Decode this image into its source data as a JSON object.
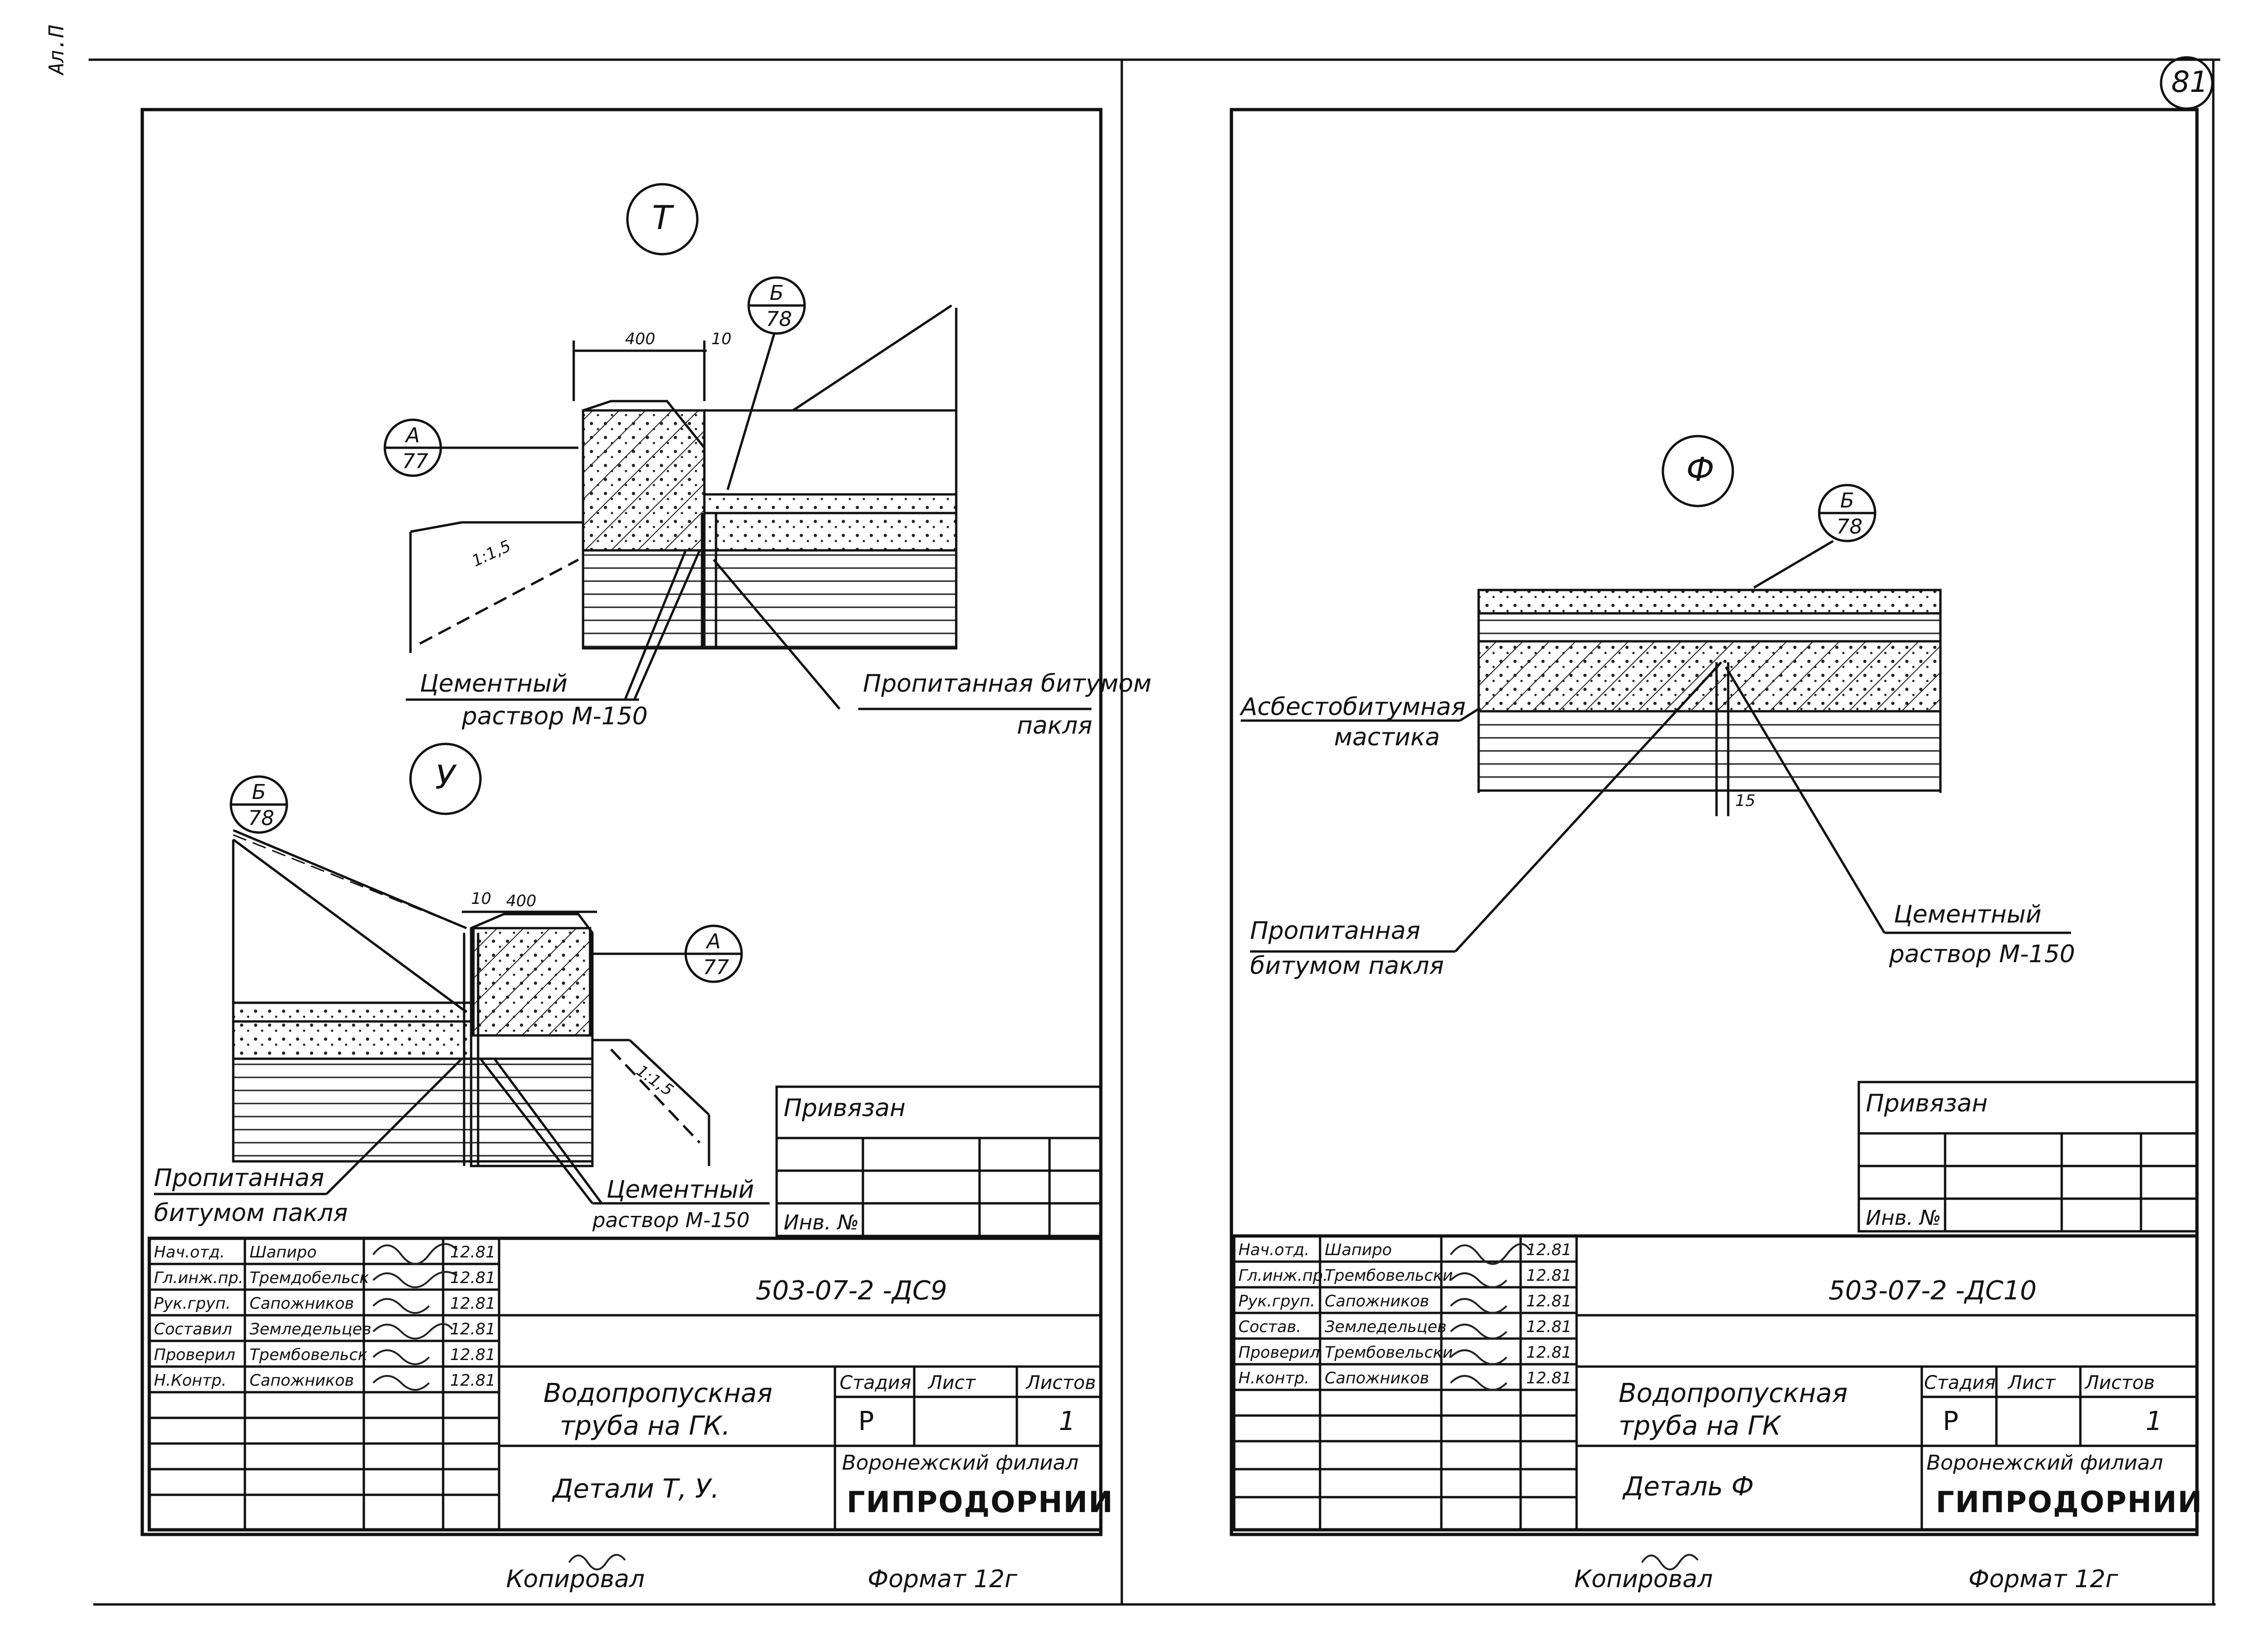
{
  "page": {
    "side_stamp": "Ал.П",
    "page_number": "81"
  },
  "left_sheet": {
    "details": [
      {
        "id": "T",
        "callout_top": "Б",
        "callout_bottom": "78",
        "callout2_top": "А",
        "callout2_bottom": "77",
        "dim_main": "400",
        "dim_gap": "10",
        "slope": "1:1,5",
        "label_left_1": "Цементный",
        "label_left_2": "раствор М-150",
        "label_right_1": "Пропитанная битумом",
        "label_right_2": "пакля"
      },
      {
        "id": "У",
        "callout_top": "Б",
        "callout_bottom": "78",
        "callout2_top": "А",
        "callout2_bottom": "77",
        "dim_main": "400",
        "dim_gap": "10",
        "slope": "1:1,5",
        "label_left_1": "Пропитанная",
        "label_left_2": "битумом пакля",
        "label_right_1": "Цементный",
        "label_right_2": "раствор М-150"
      }
    ],
    "tied": "Привязан",
    "inv": "Инв. №",
    "signers": [
      {
        "role": "Нач.отд.",
        "name": "Шапиро",
        "date": "12.81"
      },
      {
        "role": "Гл.инж.пр.",
        "name": "Тремдобельск",
        "date": "12.81"
      },
      {
        "role": "Рук.груп.",
        "name": "Сапожников",
        "date": "12.81"
      },
      {
        "role": "Составил",
        "name": "Земледельцев",
        "date": "12.81"
      },
      {
        "role": "Проверил",
        "name": "Трембовельск",
        "date": "12.81"
      },
      {
        "role": "Н.Контр.",
        "name": "Сапожников",
        "date": "12.81"
      }
    ],
    "code": "503-07-2 -ДС9",
    "title_1": "Водопропускная",
    "title_2": "труба на ГК.",
    "subtitle": "Детали Т, У.",
    "stage_h": "Стадия",
    "sheet_h": "Лист",
    "sheets_h": "Листов",
    "stage": "Р",
    "sheets": "1",
    "org_1": "Воронежский филиал",
    "org_2": "ГИПРОДОРНИИ",
    "copied": "Копировал",
    "format": "Формат 12г"
  },
  "right_sheet": {
    "detail": {
      "id": "Ф",
      "callout_top": "Б",
      "callout_bottom": "78",
      "dim_gap": "15",
      "label_a_1": "Асбестобитумная",
      "label_a_2": "мастика",
      "label_b_1": "Пропитанная",
      "label_b_2": "битумом пакля",
      "label_c_1": "Цементный",
      "label_c_2": "раствор М-150"
    },
    "tied": "Привязан",
    "inv": "Инв. №",
    "signers": [
      {
        "role": "Нач.отд.",
        "name": "Шапиро",
        "date": "12.81"
      },
      {
        "role": "Гл.инж.пр.",
        "name": "Трембовельски",
        "date": "12.81"
      },
      {
        "role": "Рук.груп.",
        "name": "Сапожников",
        "date": "12.81"
      },
      {
        "role": "Состав.",
        "name": "Земледельцев",
        "date": "12.81"
      },
      {
        "role": "Проверил",
        "name": "Трембовельски",
        "date": "12.81"
      },
      {
        "role": "Н.контр.",
        "name": "Сапожников",
        "date": "12.81"
      }
    ],
    "code": "503-07-2 -ДС10",
    "title_1": "Водопропускная",
    "title_2": "труба на ГК",
    "subtitle": "Деталь Ф",
    "stage_h": "Стадия",
    "sheet_h": "Лист",
    "sheets_h": "Листов",
    "stage": "Р",
    "sheets": "1",
    "org_1": "Воронежский филиал",
    "org_2": "ГИПРОДОРНИИ",
    "copied": "Копировал",
    "format": "Формат 12г"
  }
}
